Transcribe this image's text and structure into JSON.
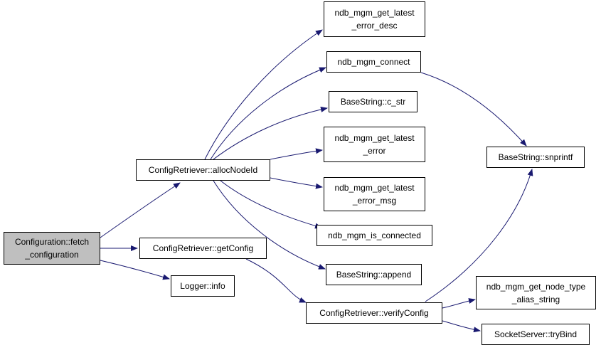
{
  "diagram": {
    "colors": {
      "edge": "#191970",
      "node_border": "#000000",
      "root_fill": "#bfbfbf",
      "node_fill": "#ffffff"
    },
    "nodes": {
      "fetch_configuration": [
        "Configuration::fetch",
        "_configuration"
      ],
      "allocNodeId": [
        "ConfigRetriever::allocNodeId"
      ],
      "getConfig": [
        "ConfigRetriever::getConfig"
      ],
      "logger_info": [
        "Logger::info"
      ],
      "get_latest_error_desc": [
        "ndb_mgm_get_latest",
        "_error_desc"
      ],
      "ndb_mgm_connect": [
        "ndb_mgm_connect"
      ],
      "c_str": [
        "BaseString::c_str"
      ],
      "get_latest_error": [
        "ndb_mgm_get_latest",
        "_error"
      ],
      "get_latest_error_msg": [
        "ndb_mgm_get_latest",
        "_error_msg"
      ],
      "is_connected": [
        "ndb_mgm_is_connected"
      ],
      "append": [
        "BaseString::append"
      ],
      "verifyConfig": [
        "ConfigRetriever::verifyConfig"
      ],
      "snprintf": [
        "BaseString::snprintf"
      ],
      "node_type_alias": [
        "ndb_mgm_get_node_type",
        "_alias_string"
      ],
      "tryBind": [
        "SocketServer::tryBind"
      ]
    }
  }
}
